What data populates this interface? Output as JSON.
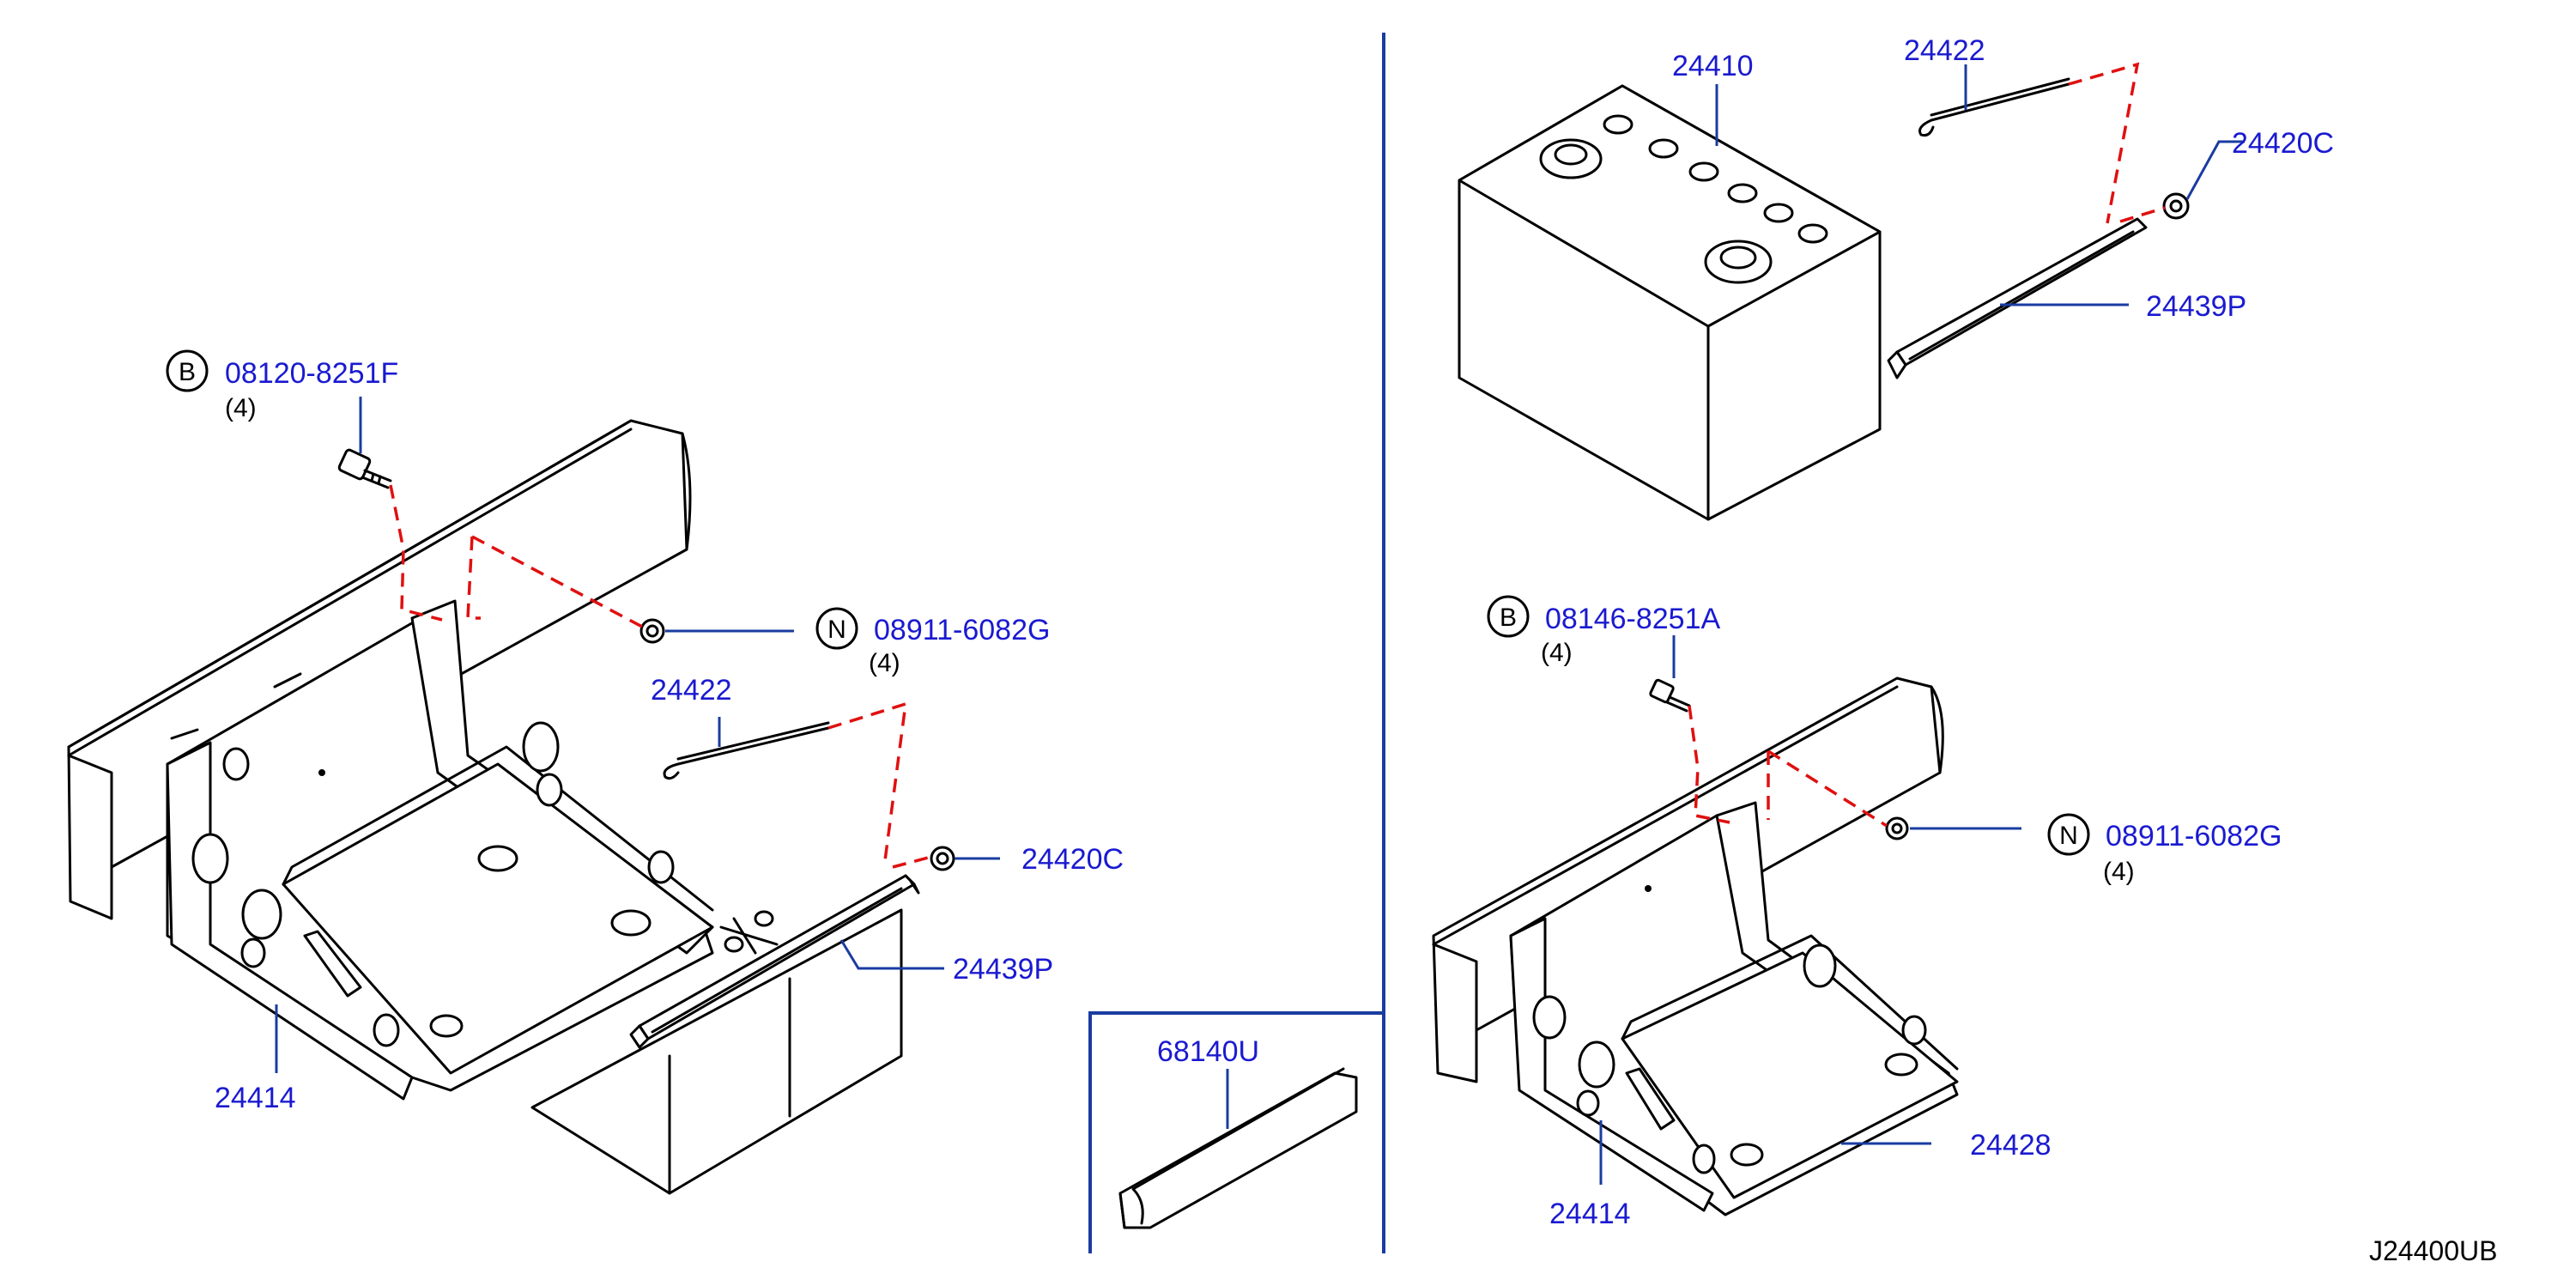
{
  "diagram": {
    "reference_code": "J24400UB",
    "left_assembly": {
      "bolt": {
        "symbol": "B",
        "part": "08120-8251F",
        "qty": "(4)"
      },
      "nut": {
        "symbol": "N",
        "part": "08911-6082G",
        "qty": "(4)"
      },
      "rod": "24422",
      "hook_nut": "24420C",
      "frame": "24439P",
      "bracket": "24414"
    },
    "right_assembly": {
      "battery": "24410",
      "rod": "24422",
      "hook_nut": "24420C",
      "frame": "24439P",
      "bolt": {
        "symbol": "B",
        "part": "08146-8251A",
        "qty": "(4)"
      },
      "nut": {
        "symbol": "N",
        "part": "08911-6082G",
        "qty": "(4)"
      },
      "bracket": "24414",
      "tray": "24428"
    },
    "inset": {
      "edging": "68140U"
    }
  }
}
